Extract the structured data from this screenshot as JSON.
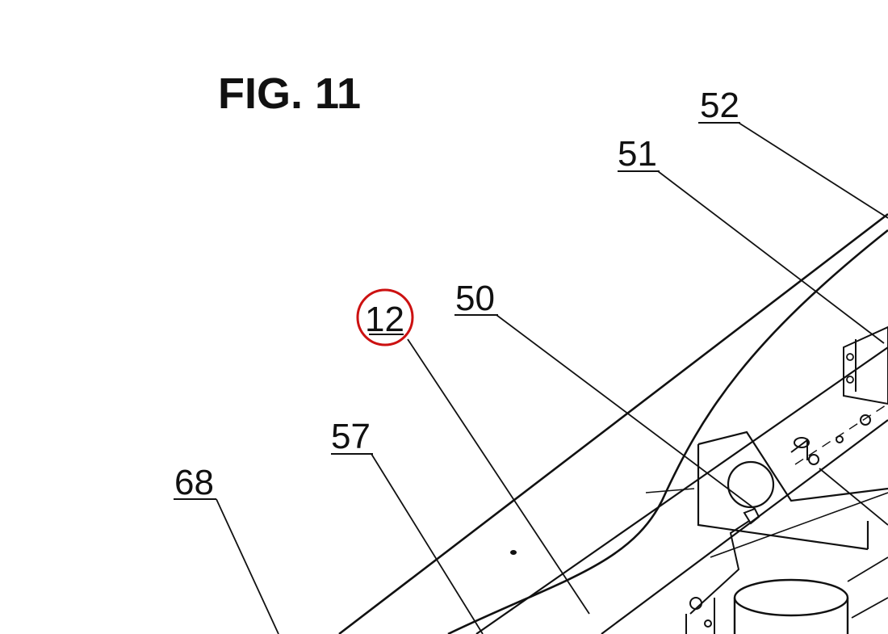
{
  "figure": {
    "title": "FIG. 11"
  },
  "reference_labels": [
    {
      "id": "52",
      "text": "52"
    },
    {
      "id": "51",
      "text": "51"
    },
    {
      "id": "50",
      "text": "50"
    },
    {
      "id": "12",
      "text": "12",
      "highlighted": true
    },
    {
      "id": "57",
      "text": "57"
    },
    {
      "id": "68",
      "text": "68"
    }
  ],
  "colors": {
    "ink": "#111111",
    "highlight_circle": "#cc1111",
    "background": "#ffffff"
  }
}
